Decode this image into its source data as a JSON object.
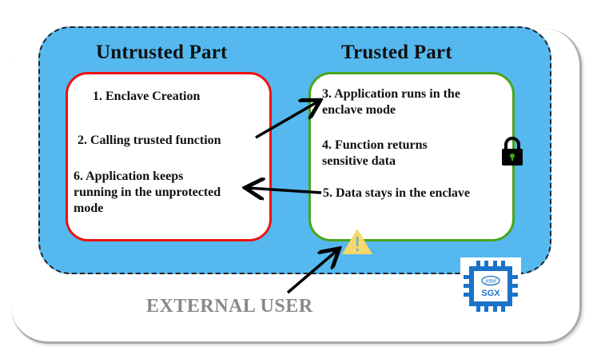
{
  "diagram": {
    "headings": {
      "untrusted": "Untrusted Part",
      "trusted": "Trusted Part"
    },
    "untrusted_steps": [
      {
        "label": "1. Enclave Creation"
      },
      {
        "label": "2. Calling trusted function"
      },
      {
        "label": "6. Application keeps running in the unprotected mode"
      }
    ],
    "trusted_steps": [
      {
        "label": "3. Application runs in the enclave mode"
      },
      {
        "label": "4. Function returns sensitive data"
      },
      {
        "label": "5. Data stays in the enclave"
      }
    ],
    "external_user": "EXTERNAL USER",
    "icons": {
      "lock": "lock-icon",
      "warning": "warning-icon",
      "chip": "intel-sgx-chip-icon",
      "chip_brand": "intel",
      "chip_label": "SGX"
    },
    "colors": {
      "zone_fill": "#55b8ef",
      "untrusted_border": "#ee1111",
      "trusted_border": "#4aa51a",
      "warning_fill": "#f7d96b",
      "chip_blue": "#1a73c8",
      "external_text": "#888888"
    },
    "connections": [
      {
        "from": "2. Calling trusted function",
        "to": "3. Application runs in the enclave mode"
      },
      {
        "from": "5. Data stays in the enclave",
        "to": "6. Application keeps running in the unprotected mode"
      },
      {
        "from": "EXTERNAL USER",
        "to": "warning"
      }
    ]
  }
}
